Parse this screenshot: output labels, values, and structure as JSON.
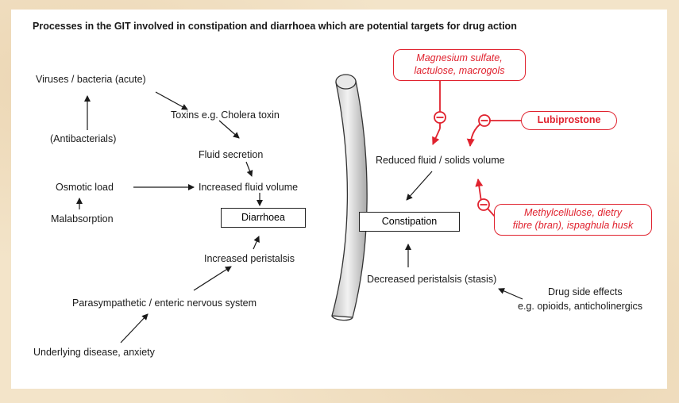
{
  "title": "Processes in the GIT involved in constipation and diarrhoea which are potential targets for drug action",
  "left": {
    "viruses": "Viruses / bacteria (acute)",
    "antibacterials": "(Antibacterials)",
    "toxins": "Toxins e.g. Cholera toxin",
    "fluid_secretion": "Fluid secretion",
    "osmotic_load": "Osmotic load",
    "increased_fluid": "Increased fluid volume",
    "malabsorption": "Malabsorption",
    "diarrhoea": "Diarrhoea",
    "increased_peristalsis": "Increased peristalsis",
    "parasympathetic": "Parasympathetic / enteric nervous system",
    "underlying": "Underlying disease, anxiety"
  },
  "right": {
    "magnesium_line1": "Magnesium sulfate,",
    "magnesium_line2": "lactulose, macrogols",
    "lubiprostone": "Lubiprostone",
    "reduced_fluid": "Reduced fluid / solids volume",
    "constipation": "Constipation",
    "methyl_line1": "Methylcellulose, dietry",
    "methyl_line2": "fibre (bran), ispaghula husk",
    "decreased_peristalsis": "Decreased peristalsis (stasis)",
    "drug_side_line1": "Drug side effects",
    "drug_side_line2": "e.g. opioids, anticholinergics"
  },
  "colors": {
    "drug_red": "#e0222e",
    "text": "#1a1a1a",
    "tube_fill": "#d9d9d9"
  }
}
